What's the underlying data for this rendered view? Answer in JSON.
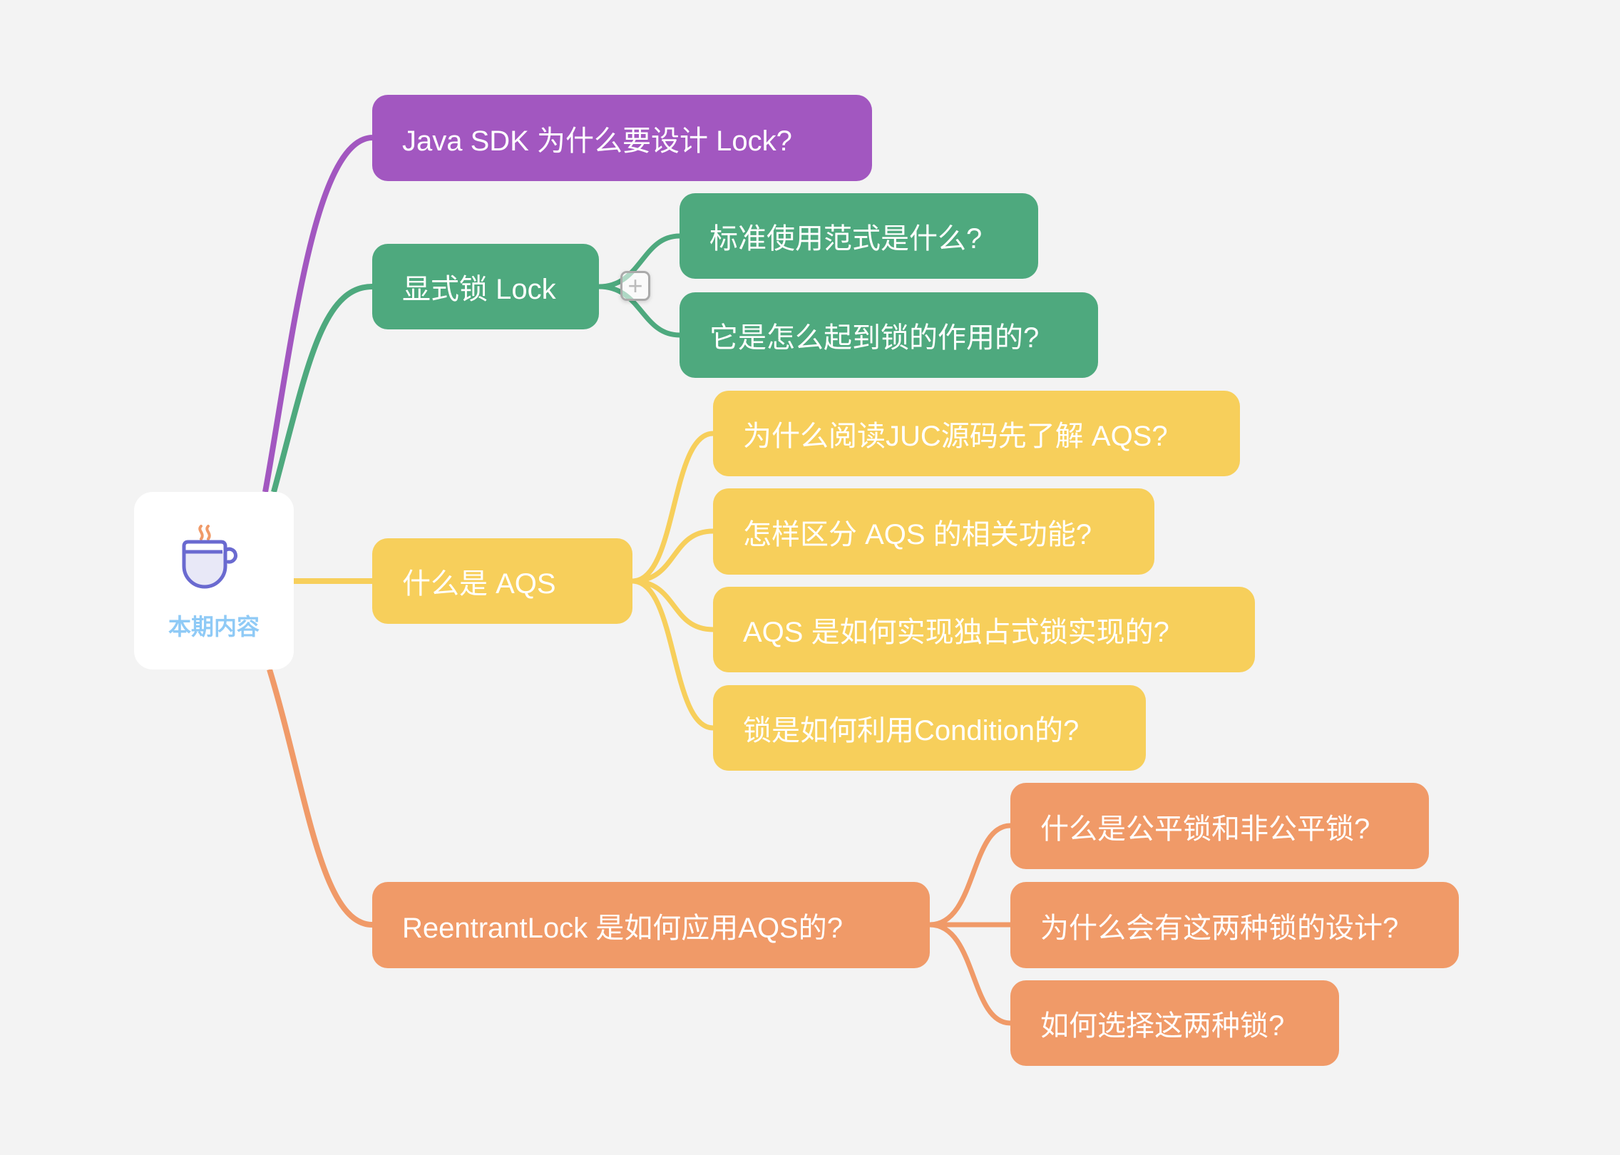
{
  "root": {
    "label": "本期内容",
    "icon": "coffee-cup-icon"
  },
  "colors": {
    "background": "#f3f3f3",
    "purple": "#a257c0",
    "green": "#4ea97e",
    "yellow": "#f7cf5b",
    "orange": "#f09a68",
    "root_label": "#8fcaf6"
  },
  "branches": [
    {
      "label": "Java SDK 为什么要设计 Lock?",
      "color": "purple",
      "children": []
    },
    {
      "label": "显式锁 Lock",
      "color": "green",
      "children": [
        {
          "label": "标准使用范式是什么?"
        },
        {
          "label": "它是怎么起到锁的作用的?"
        }
      ]
    },
    {
      "label": "什么是 AQS",
      "color": "yellow",
      "children": [
        {
          "label": "为什么阅读JUC源码先了解 AQS?"
        },
        {
          "label": "怎样区分 AQS 的相关功能?"
        },
        {
          "label": "AQS 是如何实现独占式锁实现的?"
        },
        {
          "label": "锁是如何利用Condition的?"
        }
      ]
    },
    {
      "label": "ReentrantLock 是如何应用AQS的?",
      "color": "orange",
      "children": [
        {
          "label": "什么是公平锁和非公平锁?"
        },
        {
          "label": "为什么会有这两种锁的设计?"
        },
        {
          "label": "如何选择这两种锁?"
        }
      ]
    }
  ],
  "expand_button": {
    "symbol": "+",
    "icon": "plus-icon"
  }
}
